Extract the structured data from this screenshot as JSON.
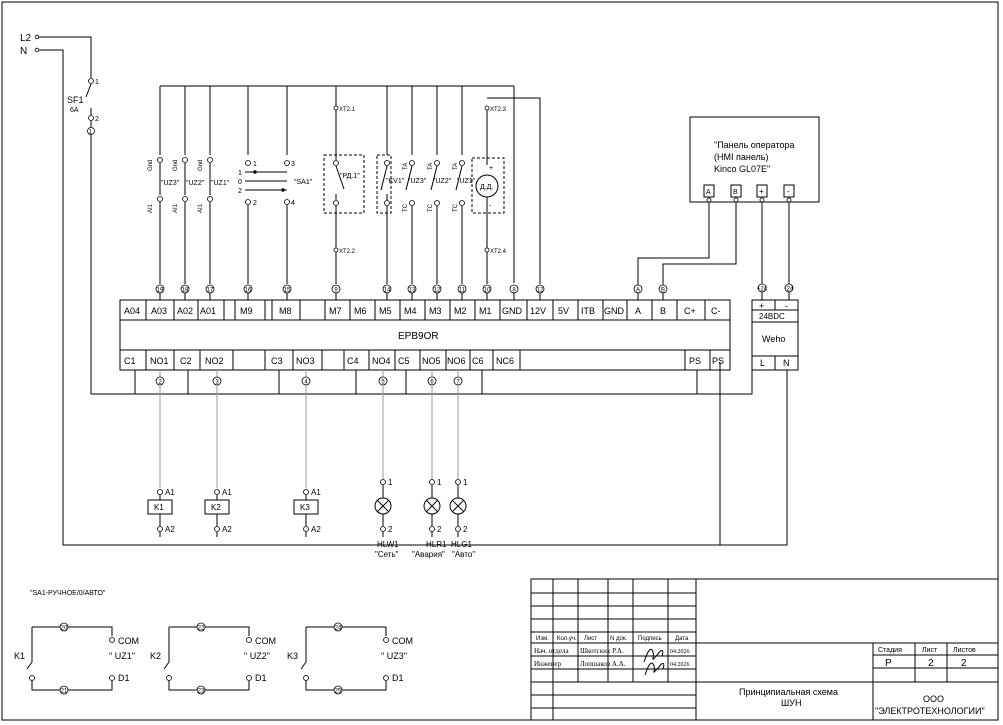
{
  "supply": {
    "l2": "L2",
    "n": "N"
  },
  "breaker": {
    "name": "SF1",
    "rating": "6A",
    "pin_top": "1",
    "pin_bottom": "2",
    "mark": "1"
  },
  "controller": {
    "name": "EPB9OR",
    "top_terminals": [
      "A04",
      "A03",
      "A02",
      "A01",
      "M9",
      "M8",
      "M7",
      "M6",
      "M5",
      "M4",
      "M3",
      "M2",
      "M1",
      "GND",
      "12V",
      "5V",
      "ITB",
      "GND",
      "A",
      "B",
      "C+",
      "C-"
    ],
    "bottom_terminals": [
      "C1",
      "NO1",
      "C2",
      "NO2",
      "C3",
      "NO3",
      "C4",
      "NO4",
      "C5",
      "NO5",
      "NO6",
      "C6",
      "NC6",
      "PS",
      "PS"
    ]
  },
  "wire_marks_top": [
    "19",
    "18",
    "17",
    "16",
    "15",
    "9",
    "14",
    "13",
    "12",
    "11",
    "10",
    "8",
    "12",
    "A",
    "B"
  ],
  "wire_marks_bottom": [
    "2",
    "3",
    "4",
    "5",
    "6",
    "7"
  ],
  "xt": {
    "xt21": "XT2.1",
    "xt22": "XT2.2",
    "xt23": "XT2.3",
    "xt24": "XT2.4"
  },
  "uz_labels": {
    "gnd": "Gnd",
    "ai": "AI1",
    "uz3": "\"UZ3\"",
    "uz2": "\"UZ2\"",
    "uz1": "\"UZ1\""
  },
  "sa1": {
    "name": "\"SA1\"",
    "p1": "1",
    "p3": "3",
    "p2": "2",
    "p4": "4",
    "pos1": "1",
    "pos0": "0",
    "pos2": "2"
  },
  "rd1": {
    "name": "\"РД.1\""
  },
  "contacts": {
    "kv1": "\"KV1\"",
    "uz3": "\"UZ3\"",
    "uz2": "\"UZ2\"",
    "uz1": "\"UZ1\"",
    "ta": "TA",
    "tc": "TC"
  },
  "dd": {
    "name": "Д.Д.",
    "plus": "+",
    "minus": "-"
  },
  "hmi": {
    "line1": "\"Панель оператора",
    "line2": "(HMI панель)",
    "line3": "Kinco GL07E\"",
    "pin_a": "A",
    "pin_b": "B"
  },
  "psu": {
    "name": "Weho",
    "voltage": "24BDC",
    "plus": "+",
    "minus": "-",
    "l": "L",
    "n": "N",
    "m24a": "+24",
    "m24b": "-24"
  },
  "relays": [
    {
      "name": "K1",
      "a1": "A1",
      "a2": "A2"
    },
    {
      "name": "K2",
      "a1": "A1",
      "a2": "A2"
    },
    {
      "name": "K3",
      "a1": "A1",
      "a2": "A2"
    }
  ],
  "lamps": [
    {
      "code": "HLW1",
      "desc": "\"Сеть\""
    },
    {
      "code": "HLR1",
      "desc": "\"Авария\""
    },
    {
      "code": "HLG1",
      "desc": "\"Авто\""
    }
  ],
  "lamp_pins": {
    "p1": "1",
    "p2": "2"
  },
  "detail": {
    "title": "\"SA1-РУЧНОЕ/0/АВТО\"",
    "blocks": [
      {
        "relay": "K1",
        "uz": "\" UZ1\"",
        "com": "COM",
        "d1": "D1",
        "top": "20",
        "bottom": "21"
      },
      {
        "relay": "K2",
        "uz": "\" UZ2\"",
        "com": "COM",
        "d1": "D1",
        "top": "22",
        "bottom": "23"
      },
      {
        "relay": "K3",
        "uz": "\" UZ3\"",
        "com": "COM",
        "d1": "D1",
        "top": "24",
        "bottom": "25"
      }
    ]
  },
  "titleblock": {
    "headers": [
      "Изм.",
      "Кол.уч.",
      "Лист",
      "N док.",
      "Подпись",
      "Дата"
    ],
    "role1": "Нач. отдела",
    "name1": "Шкотских Р.А.",
    "date1": "04.2026",
    "role2": "Инженер",
    "name2": "Лопшаков А.А.",
    "date2": "04.2026",
    "title1": "Принципиальная схема",
    "title2": "ШУН",
    "stage_h": "Стадия",
    "sheet_h": "Лист",
    "sheets_h": "Листов",
    "stage": "P",
    "sheet": "2",
    "sheets": "2",
    "org1": "ООО",
    "org2": "\"ЭЛЕКТРОТЕХНОЛОГИИ\""
  }
}
